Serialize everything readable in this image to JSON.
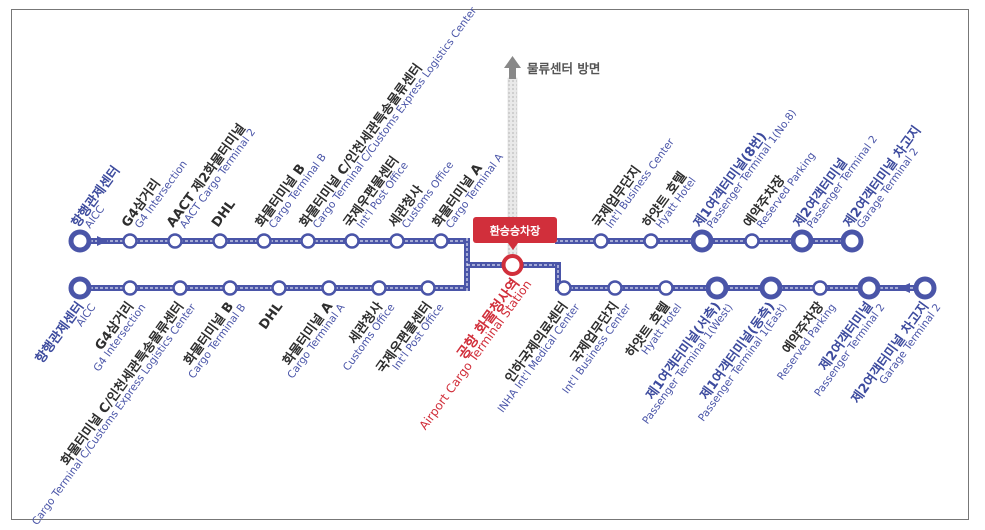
{
  "colors": {
    "line": "#4a55a8",
    "accent": "#d12f3b",
    "road": "#c8c8c8",
    "text": "#2e2e2e"
  },
  "direction_label": "물류센터 방면",
  "transfer_label": "환승승차장",
  "hub": {
    "ko": "공항 화물청사역",
    "en": "Airport Cargo Terminal Station"
  },
  "top_stops": [
    {
      "ko": "항행관제센터",
      "en": "AICC",
      "major": true,
      "blue": true
    },
    {
      "ko": "G4삼거리",
      "en": "G4 Intersection"
    },
    {
      "ko": "AACT 제2화물터미널",
      "en": "AACT Cargo Terminal 2"
    },
    {
      "ko": "DHL",
      "en": ""
    },
    {
      "ko": "화물터미널 B",
      "en": "Cargo Terminal B"
    },
    {
      "ko": "화물터미널 C/인천세관특송물류센터",
      "en": "Cargo Terminal C/Customs Express Logistics Center"
    },
    {
      "ko": "국제우편물센터",
      "en": "Int'l Post Office"
    },
    {
      "ko": "세관청사",
      "en": "Customs Office"
    },
    {
      "ko": "화물터미널 A",
      "en": "Cargo Terminal A"
    },
    {
      "ko": "국제업무단지",
      "en": "Int'l Business Center"
    },
    {
      "ko": "하얏트 호텔",
      "en": "Hyatt Hotel"
    },
    {
      "ko": "제1여객터미널(8번)",
      "en": "Passenger Terminal 1(No.8)",
      "major": true,
      "blue": true
    },
    {
      "ko": "예약주차장",
      "en": "Reserved Parking"
    },
    {
      "ko": "제2여객터미널",
      "en": "Passenger Terminal 2",
      "major": true,
      "blue": true
    },
    {
      "ko": "제2여객터미널 차고지",
      "en": "Garage Terminal 2",
      "major": true,
      "blue": true
    }
  ],
  "bottom_stops": [
    {
      "ko": "항행관제센터",
      "en": "AICC",
      "major": true,
      "blue": true
    },
    {
      "ko": "G4삼거리",
      "en": "G4 Intersection"
    },
    {
      "ko": "화물터미널 C/인천세관특송물류센터",
      "en": "Cargo Terminal C/Customs Express Logistics Center"
    },
    {
      "ko": "화물터미널 B",
      "en": "Cargo Terminal B"
    },
    {
      "ko": "DHL",
      "en": ""
    },
    {
      "ko": "화물터미널 A",
      "en": "Cargo Terminal A"
    },
    {
      "ko": "세관청사",
      "en": "Customs Office"
    },
    {
      "ko": "국제우편물센터",
      "en": "Int'l Post Office"
    },
    {
      "ko": "인하국제의료센터",
      "en": "INHA Int'l Medical Center"
    },
    {
      "ko": "국제업무단지",
      "en": "Int'l Business Center"
    },
    {
      "ko": "하얏트 호텔",
      "en": "Hyatt Hotel"
    },
    {
      "ko": "제1여객터미널(서측)",
      "en": "Passenger Terminal 1(West)",
      "major": true,
      "blue": true
    },
    {
      "ko": "제1여객터미널(동측)",
      "en": "Passenger Terminal 1(East)",
      "major": true,
      "blue": true
    },
    {
      "ko": "예약주차장",
      "en": "Reserved Parking"
    },
    {
      "ko": "제2여객터미널",
      "en": "Passenger Terminal 2",
      "major": true,
      "blue": true
    },
    {
      "ko": "제2여객터미널 차고지",
      "en": "Garage Terminal 2",
      "major": true,
      "blue": true
    }
  ]
}
